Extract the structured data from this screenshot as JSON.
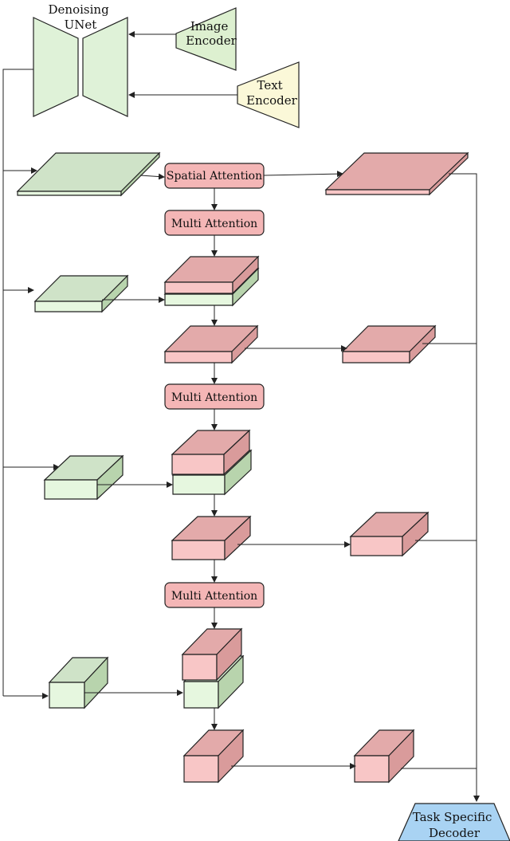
{
  "diagram": {
    "unet_label": [
      "Denoising",
      "UNet"
    ],
    "image_encoder_label": [
      "Image",
      "Encoder"
    ],
    "text_encoder_label": [
      "Text",
      "Encoder"
    ],
    "spatial_attention_label": "Spatial Attention",
    "multi_attention_labels": [
      "Multi Attention",
      "Multi Attention",
      "Multi Attention"
    ],
    "decoder_label": [
      "Task Specific",
      "Decoder"
    ]
  },
  "colors": {
    "green_top": "#cfe3c8",
    "green_front": "#e6f7df",
    "green_side": "#b8d4ad",
    "pink_top": "#e3aaaa",
    "pink_front": "#f8c6c6",
    "pink_side": "#d99b9b",
    "attn_fill": "#f4b6b6",
    "image_encoder_fill": "#ddf0d0",
    "text_encoder_fill": "#fbf8d8",
    "decoder_fill": "#a9d3f3"
  }
}
